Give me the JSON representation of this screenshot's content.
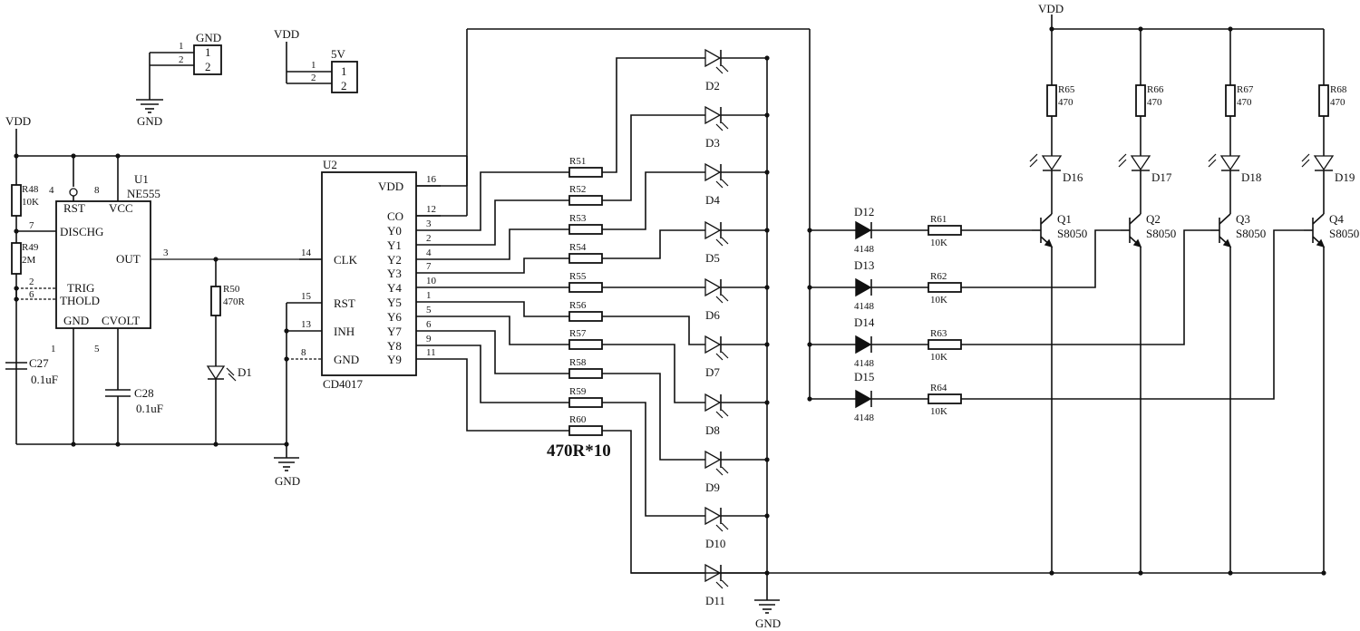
{
  "power": {
    "vdd": "VDD",
    "gnd": "GND"
  },
  "connectors": {
    "j1": {
      "label": "GND",
      "pins": [
        "1",
        "2"
      ],
      "box_pins": [
        "1",
        "2"
      ]
    },
    "j2": {
      "label": "5V",
      "pins": [
        "1",
        "2"
      ],
      "box_pins": [
        "1",
        "2"
      ]
    }
  },
  "u1": {
    "ref": "U1",
    "part": "NE555",
    "pins": {
      "rst": "RST",
      "vcc": "VCC",
      "dischg": "DISCHG",
      "out": "OUT",
      "trig": "TRIG",
      "thold": "THOLD",
      "gnd": "GND",
      "cvolt": "CVOLT"
    },
    "nums": {
      "rst": "4",
      "vcc": "8",
      "dischg": "7",
      "out": "3",
      "trig": "2",
      "thold": "6",
      "gnd": "1",
      "cvolt": "5"
    }
  },
  "u2": {
    "ref": "U2",
    "part": "CD4017",
    "left_pins": [
      {
        "name": "CLK",
        "num": "14"
      },
      {
        "name": "RST",
        "num": "15"
      },
      {
        "name": "INH",
        "num": "13"
      },
      {
        "name": "GND",
        "num": "8"
      }
    ],
    "right_pins": [
      {
        "name": "VDD",
        "num": "16"
      },
      {
        "name": "CO",
        "num": "12"
      },
      {
        "name": "Y0",
        "num": "3"
      },
      {
        "name": "Y1",
        "num": "2"
      },
      {
        "name": "Y2",
        "num": "4"
      },
      {
        "name": "Y3",
        "num": "7"
      },
      {
        "name": "Y4",
        "num": "10"
      },
      {
        "name": "Y5",
        "num": "1"
      },
      {
        "name": "Y6",
        "num": "5"
      },
      {
        "name": "Y7",
        "num": "6"
      },
      {
        "name": "Y8",
        "num": "9"
      },
      {
        "name": "Y9",
        "num": "11"
      }
    ]
  },
  "timing": {
    "r48": {
      "ref": "R48",
      "val": "10K"
    },
    "r49": {
      "ref": "R49",
      "val": "2M"
    },
    "r50": {
      "ref": "R50",
      "val": "470R"
    },
    "c27": {
      "ref": "C27",
      "val": "0.1uF"
    },
    "c28": {
      "ref": "C28",
      "val": "0.1uF"
    },
    "d1": {
      "ref": "D1"
    }
  },
  "led_resistors": [
    "R51",
    "R52",
    "R53",
    "R54",
    "R55",
    "R56",
    "R57",
    "R58",
    "R59",
    "R60"
  ],
  "led_resistor_note": "470R*10",
  "leds": [
    "D2",
    "D3",
    "D4",
    "D5",
    "D6",
    "D7",
    "D8",
    "D9",
    "D10",
    "D11"
  ],
  "diodes": [
    {
      "ref": "D12",
      "val": "4148"
    },
    {
      "ref": "D13",
      "val": "4148"
    },
    {
      "ref": "D14",
      "val": "4148"
    },
    {
      "ref": "D15",
      "val": "4148"
    }
  ],
  "base_resistors": [
    {
      "ref": "R61",
      "val": "10K"
    },
    {
      "ref": "R62",
      "val": "10K"
    },
    {
      "ref": "R63",
      "val": "10K"
    },
    {
      "ref": "R64",
      "val": "10K"
    }
  ],
  "transistors": [
    {
      "ref": "Q1",
      "part": "S8050"
    },
    {
      "ref": "Q2",
      "part": "S8050"
    },
    {
      "ref": "Q3",
      "part": "S8050"
    },
    {
      "ref": "Q4",
      "part": "S8050"
    }
  ],
  "collector_resistors": [
    {
      "ref": "R65",
      "val": "470"
    },
    {
      "ref": "R66",
      "val": "470"
    },
    {
      "ref": "R67",
      "val": "470"
    },
    {
      "ref": "R68",
      "val": "470"
    }
  ],
  "top_leds": [
    "D16",
    "D17",
    "D18",
    "D19"
  ]
}
